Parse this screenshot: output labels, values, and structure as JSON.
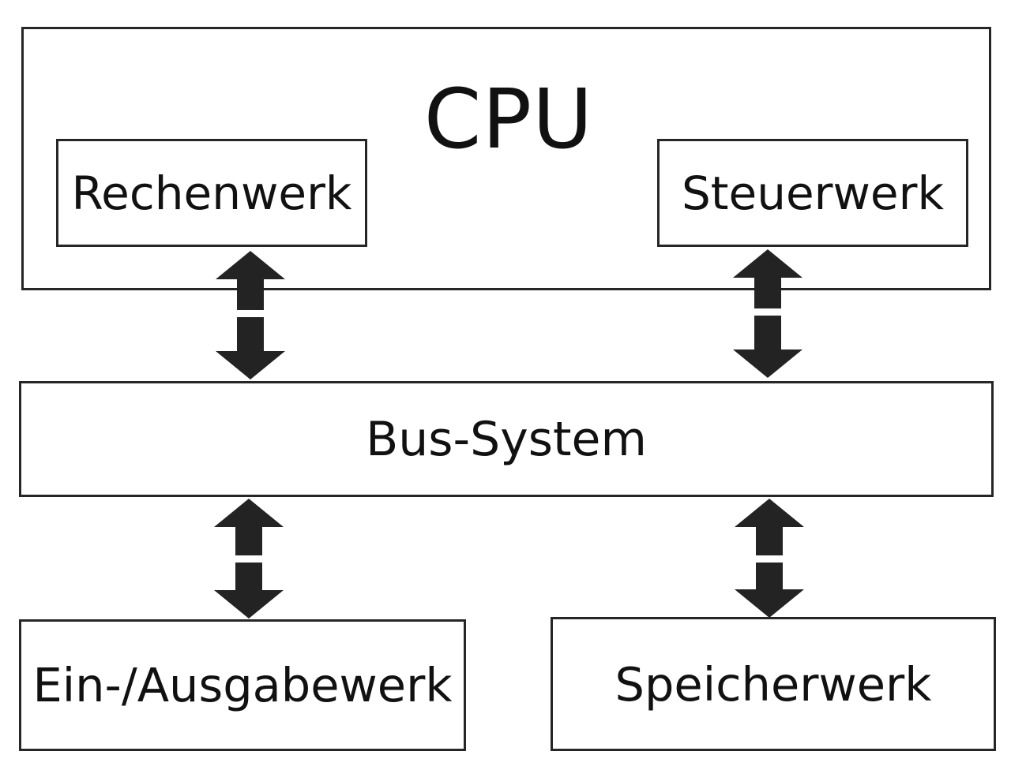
{
  "diagram": {
    "cpu": {
      "title": "CPU"
    },
    "alu": {
      "label": "Rechenwerk"
    },
    "control_unit": {
      "label": "Steuerwerk"
    },
    "bus": {
      "label": "Bus-System"
    },
    "io_unit": {
      "label": "Ein-/Ausgabewerk"
    },
    "memory_unit": {
      "label": "Speicherwerk"
    }
  },
  "colors": {
    "arrow_fill": "#232323",
    "border": "#262626",
    "background": "#ffffff"
  },
  "icons": {
    "connector": "double-headed-arrow"
  }
}
